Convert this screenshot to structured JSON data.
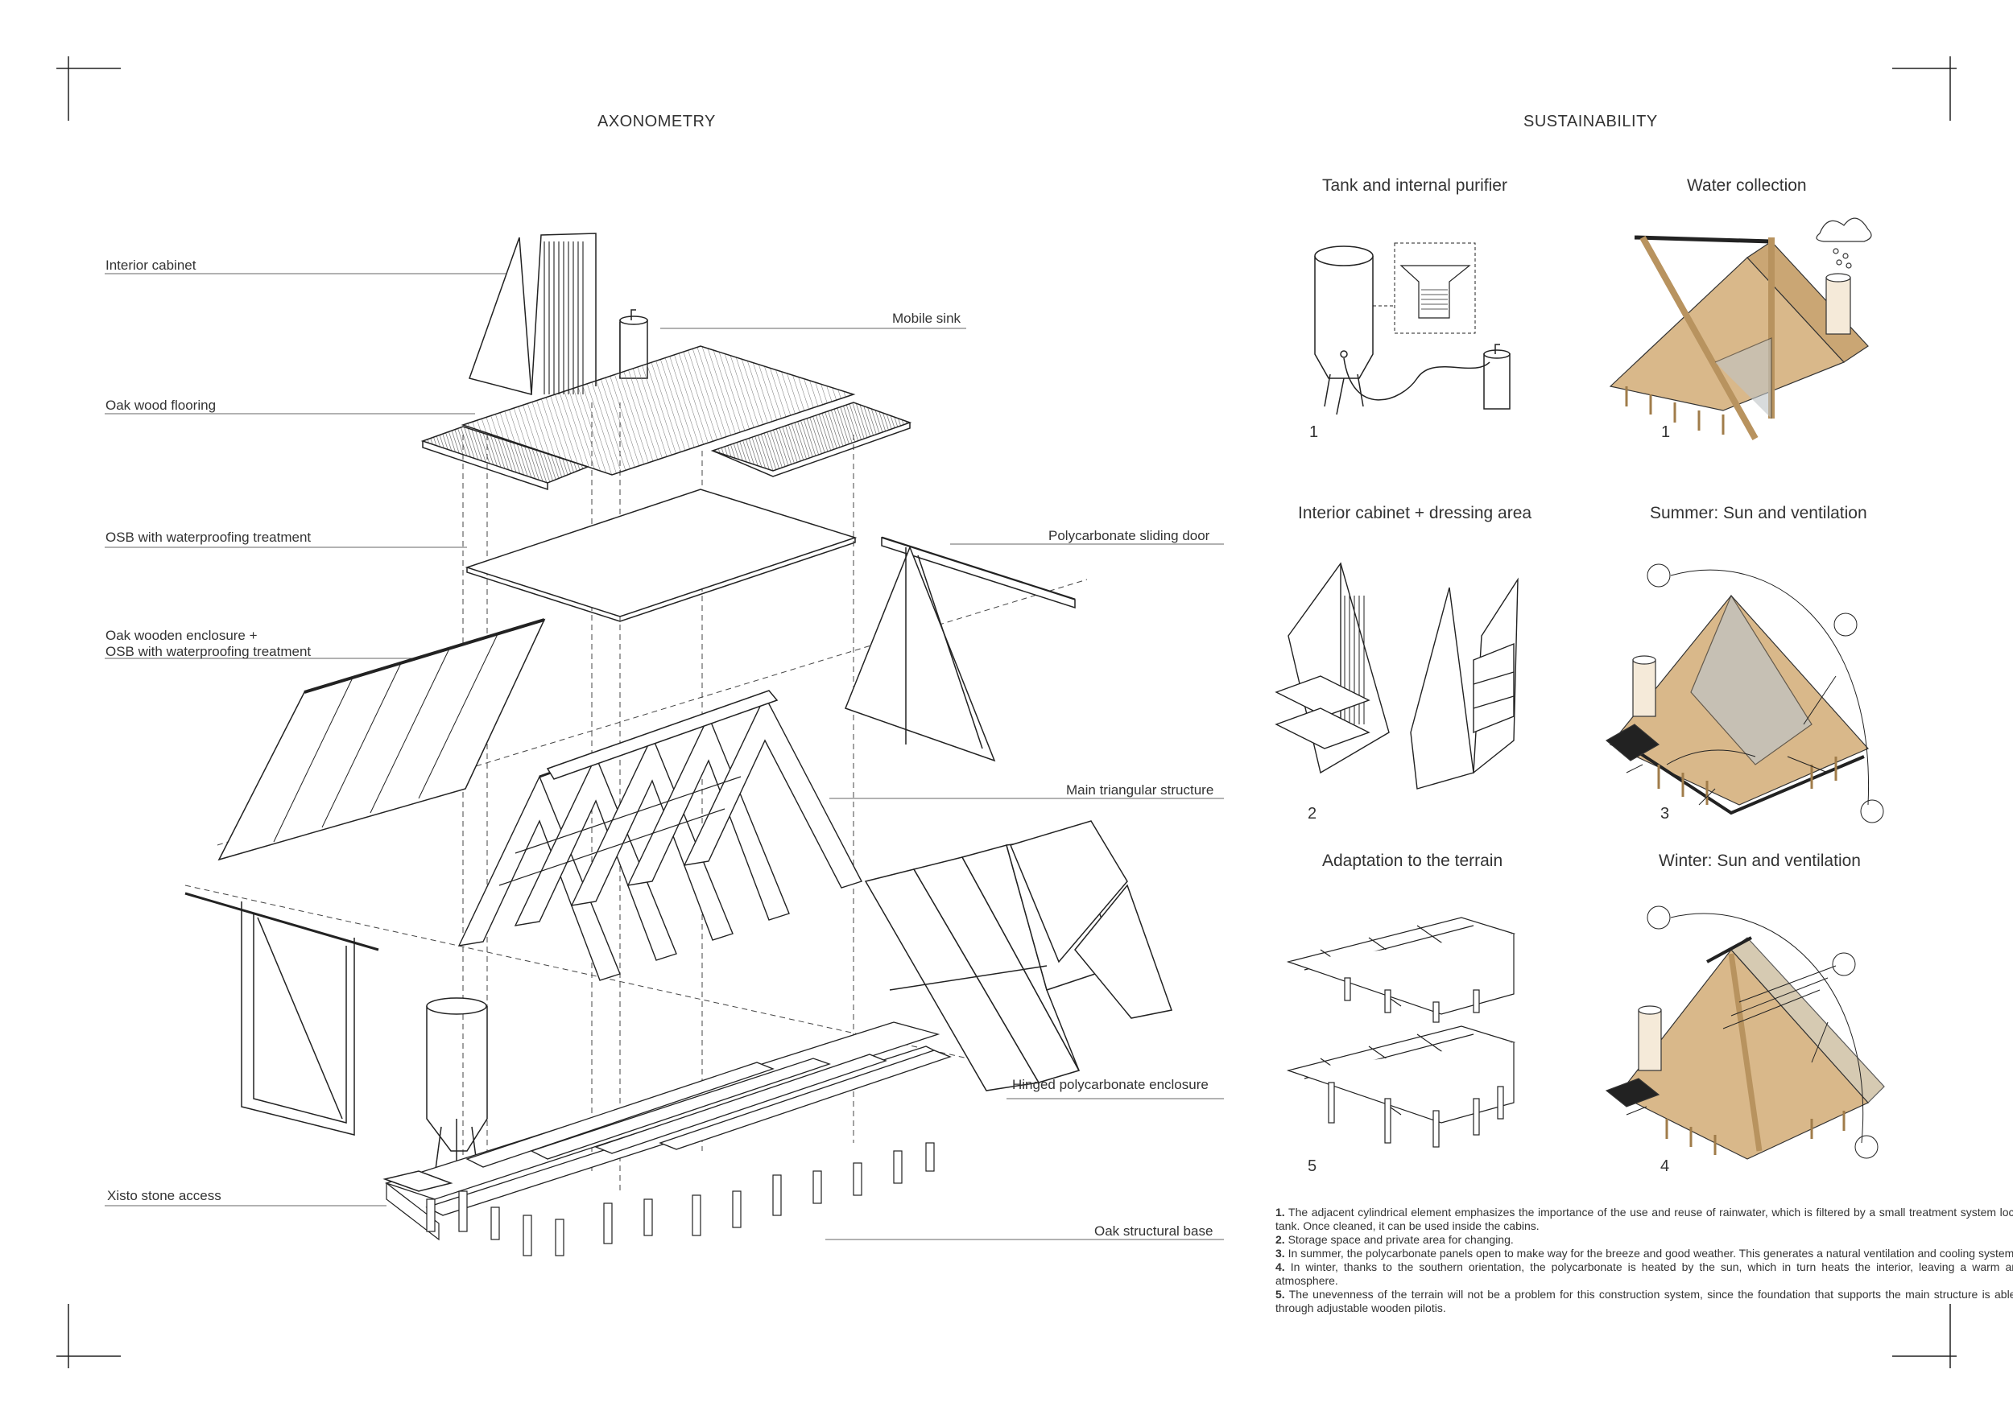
{
  "sections": {
    "axonometry": "AXONOMETRY",
    "sustainability": "SUSTAINABILITY"
  },
  "labels": {
    "interior_cabinet": "Interior cabinet",
    "mobile_sink": "Mobile sink",
    "oak_wood_flooring": "Oak wood flooring",
    "osb_waterproofing": "OSB with waterproofing treatment",
    "polycarbonate_sliding_door": "Polycarbonate sliding door",
    "oak_enclosure_line1": "Oak wooden enclosure +",
    "oak_enclosure_line2": "OSB with waterproofing treatment",
    "main_triangular_structure": "Main triangular structure",
    "hinged_polycarbonate_enclosure": "Hinged polycarbonate enclosure",
    "xisto_stone_access": "Xisto stone access",
    "oak_structural_base": "Oak structural base"
  },
  "panels": [
    {
      "title": "Tank and internal purifier",
      "number": "1"
    },
    {
      "title": "Water collection",
      "number": "1"
    },
    {
      "title": "Interior cabinet + dressing area",
      "number": "2"
    },
    {
      "title": "Summer: Sun and ventilation",
      "number": "3"
    },
    {
      "title": "Adaptation to the terrain",
      "number": "5"
    },
    {
      "title": "Winter: Sun and ventilation",
      "number": "4"
    }
  ],
  "notes": [
    {
      "n": "1.",
      "text": " The adjacent cylindrical element emphasizes the importance of the use and reuse of rainwater, which is filtered by a small treatment system located inside the tank. Once cleaned, it can be used inside the cabins."
    },
    {
      "n": "2.",
      "text": " Storage space and private area for changing."
    },
    {
      "n": "3.",
      "text": " In summer, the polycarbonate panels open to make way for the breeze and good weather. This generates a natural ventilation and cooling system."
    },
    {
      "n": "4.",
      "text": " In winter, thanks to the southern orientation, the polycarbonate is heated by the sun, which in turn heats the interior, leaving a warm and comfortable atmosphere."
    },
    {
      "n": "5.",
      "text": " The unevenness of the terrain will not be a problem for this construction system, since the foundation that supports the main structure is able to adapt to it, through adjustable wooden pilotis."
    }
  ],
  "colors": {
    "ink": "#222222",
    "wood": "#d9b88a",
    "wood_dark": "#b8935f",
    "polycarbonate": "#bfc4c6"
  }
}
